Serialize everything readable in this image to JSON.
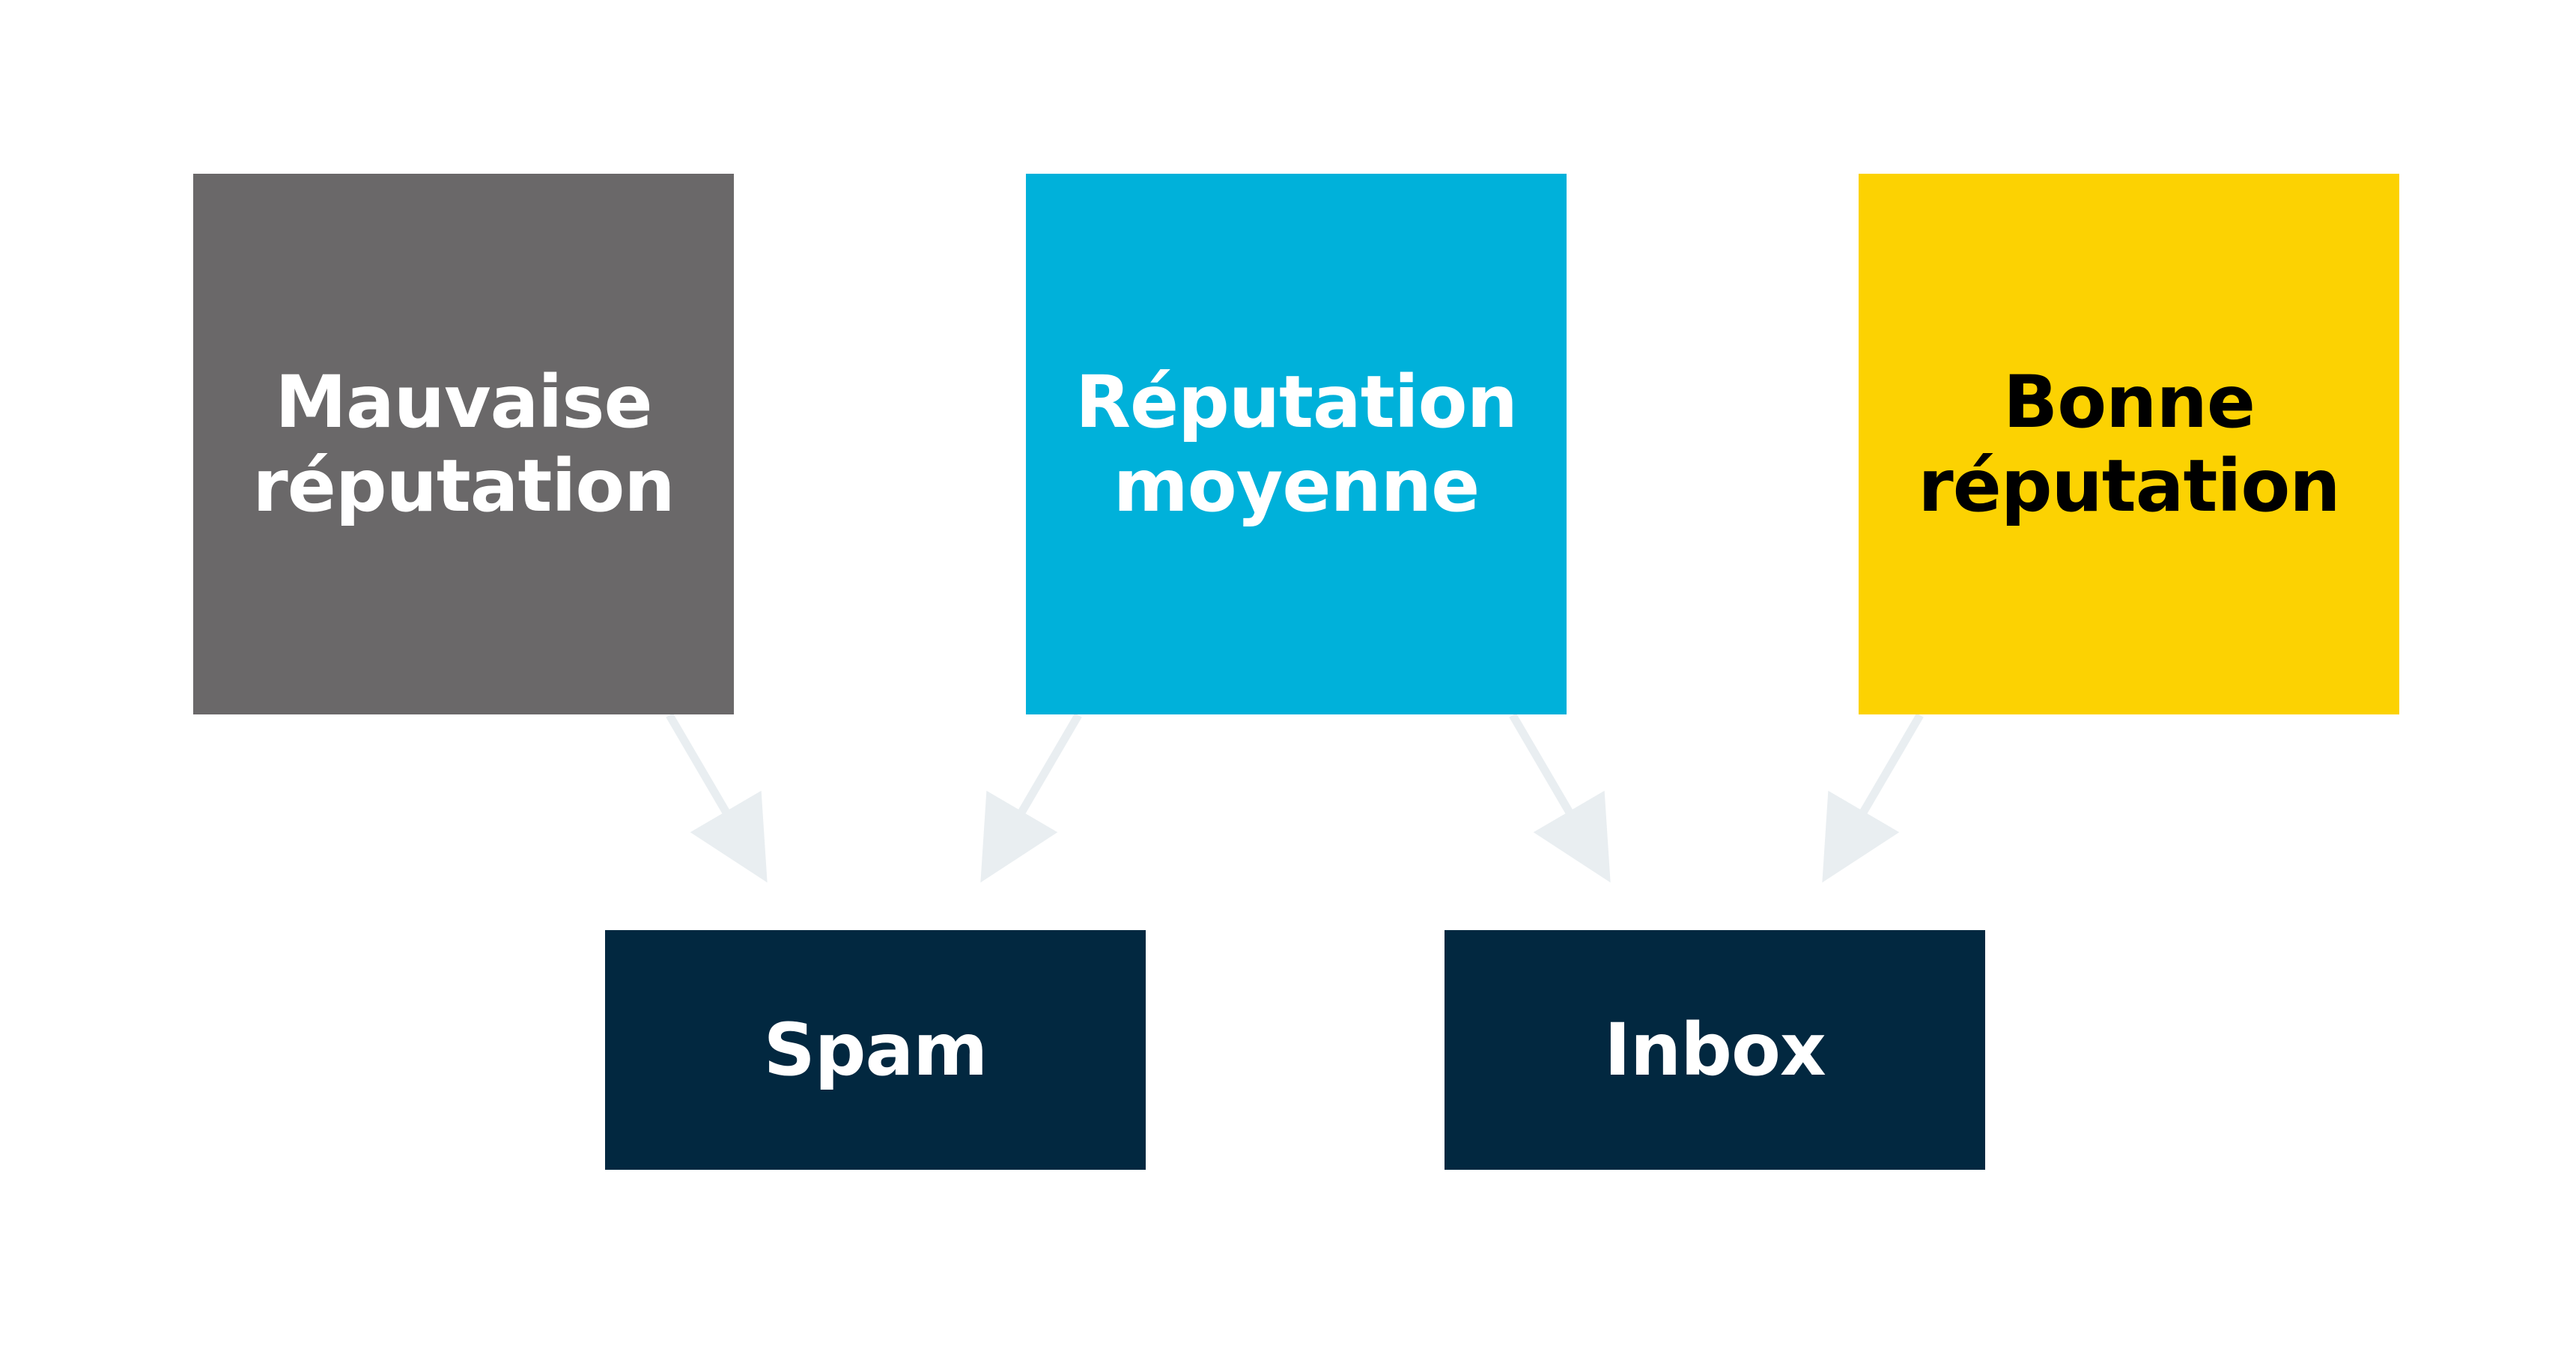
{
  "colors": {
    "bad": "#6a6869",
    "medium": "#00b1da",
    "good": "#fcd202",
    "target": "#022840",
    "arrow": "#e9eef1",
    "text_light": "#ffffff",
    "text_dark": "#000000"
  },
  "reputations": {
    "bad": {
      "line1": "Mauvaise",
      "line2": "réputation"
    },
    "medium": {
      "line1": "Réputation",
      "line2": "moyenne"
    },
    "good": {
      "line1": "Bonne",
      "line2": "réputation"
    }
  },
  "destinations": {
    "spam": "Spam",
    "inbox": "Inbox"
  },
  "links": [
    {
      "from": "bad",
      "to": "spam"
    },
    {
      "from": "medium",
      "to": "spam"
    },
    {
      "from": "medium",
      "to": "inbox"
    },
    {
      "from": "good",
      "to": "inbox"
    }
  ]
}
